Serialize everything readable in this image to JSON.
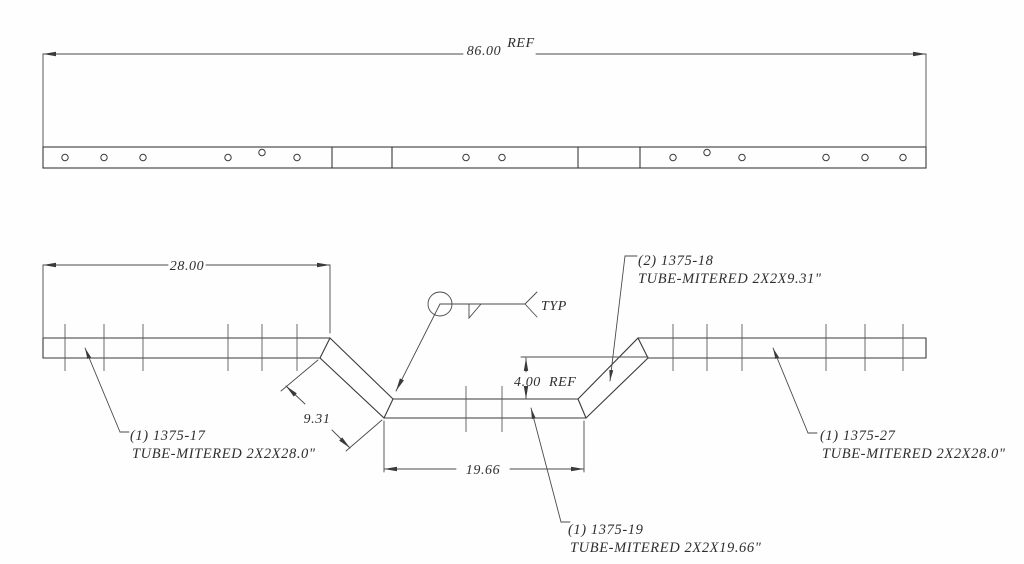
{
  "top_view": {
    "overall_length": "86.00",
    "overall_suffix": "REF"
  },
  "side_view": {
    "left_tube_length": "28.00",
    "angled_tube_length": "9.31",
    "drop_value": "4.00",
    "drop_suffix": "REF",
    "center_tube_length": "19.66",
    "weld_note": "TYP"
  },
  "callouts": {
    "left_tube": {
      "label": "(1) 1375-17",
      "desc": "TUBE-MITERED 2X2X28.0\""
    },
    "angled_tube": {
      "label": "(2) 1375-18",
      "desc": "TUBE-MITERED 2X2X9.31\""
    },
    "center_tube": {
      "label": "(1) 1375-19",
      "desc": "TUBE-MITERED 2X2X19.66\""
    },
    "right_tube": {
      "label": "(1) 1375-27",
      "desc": "TUBE-MITERED 2X2X28.0\""
    }
  }
}
